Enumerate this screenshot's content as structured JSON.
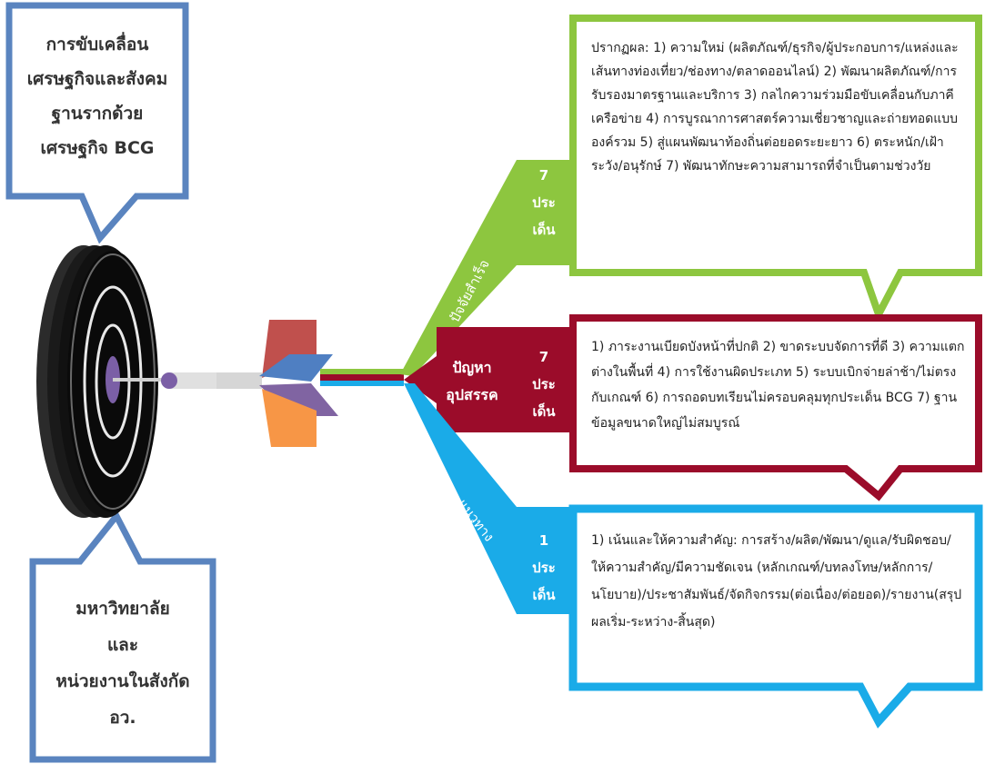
{
  "top_callout": {
    "lines": [
      "การขับเคลื่อน",
      "เศรษฐกิจและสังคม",
      "ฐานรากด้วย",
      "เศรษฐกิจ BCG"
    ]
  },
  "bottom_callout": {
    "lines": [
      "มหาวิทยาลัย",
      "และ",
      "หน่วยงานในสังกัด",
      "อว."
    ]
  },
  "branches": {
    "success": {
      "label": "ปัจจัยสำเร็จ",
      "count": [
        "7",
        "ประ",
        "เด็น"
      ],
      "color": "#8dc63f",
      "text": "ปรากฏผล: 1) ความใหม่ (ผลิตภัณฑ์/ธุรกิจ/ผู้ประกอบการ/แหล่งและเส้นทางท่องเที่ยว/ช่องทาง/ตลาดออนไลน์) 2) พัฒนาผลิตภัณฑ์/การรับรองมาตรฐานและบริการ 3) กลไกความร่วมมือขับเคลื่อนกับภาคีเครือข่าย 4) การบูรณาการศาสตร์ความเชี่ยวชาญและถ่ายทอดแบบองค์รวม 5) สู่แผนพัฒนาท้องถิ่นต่อยอดระยะยาว 6) ตระหนัก/เฝ้าระวัง/อนุรักษ์ 7) พัฒนาทักษะความสามารถที่จำเป็นตามช่วงวัย"
    },
    "obstacles": {
      "label": [
        "ปัญหา",
        "อุปสรรค"
      ],
      "count": [
        "7",
        "ประ",
        "เด็น"
      ],
      "color": "#9b0c2a",
      "text": "1) ภาระงานเบียดบังหน้าที่ปกติ 2) ขาดระบบจัดการที่ดี 3) ความแตกต่างในพื้นที่ 4) การใช้งานผิดประเภท 5) ระบบเบิกจ่ายล่าช้า/ไม่ตรงกับเกณฑ์ 6) การถอดบทเรียนไม่ครอบคลุมทุกประเด็น BCG 7) ฐานข้อมูลขนาดใหญ่ไม่สมบูรณ์"
    },
    "guidelines": {
      "label": "แนวทาง",
      "count": [
        "1",
        "ประ",
        "เด็น"
      ],
      "color": "#1aabe8",
      "text": "1) เน้นและให้ความสำคัญ: การสร้าง/ผลิต/พัฒนา/ดูแล/รับผิดชอบ/ให้ความสำคัญ/มีความชัดเจน (หลักเกณฑ์/บทลงโทษ/หลักการ/นโยบาย)/ประชาสัมพันธ์/จัดกิจกรรม(ต่อเนื่อง/ต่อยอด)/รายงาน(สรุปผลเริ่ม-ระหว่าง-สิ้นสุด)"
    }
  },
  "colors": {
    "callout_border": "#5a84bf",
    "target_dark": "#1a1a1a",
    "target_ring": "#e8e8e8",
    "bullseye": "#7b5fa6",
    "dart_red": "#c0504d",
    "dart_blue": "#4f7fc2",
    "dart_purple": "#8064a2",
    "dart_orange": "#f79646"
  }
}
